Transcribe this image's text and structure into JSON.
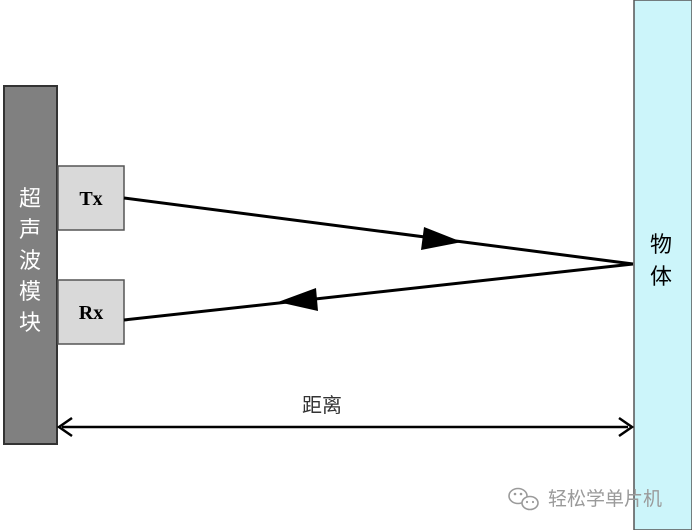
{
  "diagram": {
    "module_label": [
      "超",
      "声",
      "波",
      "模",
      "块"
    ],
    "tx_label": "Tx",
    "rx_label": "Rx",
    "object_label": [
      "物",
      "体"
    ],
    "distance_label": "距离",
    "watermark_text": "轻松学单片机",
    "colors": {
      "module_fill": "#808080",
      "port_fill": "#d9d9d9",
      "object_fill": "#ccf5fa",
      "line": "#000000"
    }
  }
}
